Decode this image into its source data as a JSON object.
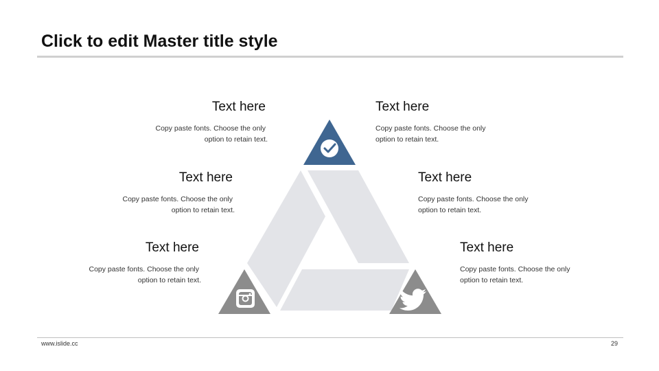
{
  "slide": {
    "title": "Click to edit Master title style"
  },
  "blocks": [
    {
      "heading": "Text here",
      "body_line1": "Copy paste fonts. Choose the only",
      "body_line2": "option to retain text."
    },
    {
      "heading": "Text here",
      "body_line1": "Copy paste fonts. Choose the only",
      "body_line2": "option to retain text."
    },
    {
      "heading": "Text here",
      "body_line1": "Copy paste fonts. Choose the only",
      "body_line2": "option to retain text."
    },
    {
      "heading": "Text here",
      "body_line1": "Copy paste fonts. Choose the only",
      "body_line2": "option to retain text."
    },
    {
      "heading": "Text here",
      "body_line1": "Copy paste fonts. Choose the only",
      "body_line2": "option to retain text."
    },
    {
      "heading": "Text here",
      "body_line1": "Copy paste fonts. Choose the only",
      "body_line2": "option to retain text."
    }
  ],
  "icons": {
    "top": "check-icon",
    "bottom_left": "instagram-icon",
    "bottom_right": "twitter-icon"
  },
  "colors": {
    "accent_blue": "#3f6691",
    "corner_gray": "#8c8c8c",
    "segment_light": "#e3e4e8"
  },
  "footer": {
    "url": "www.islide.cc",
    "page_number": "29"
  }
}
